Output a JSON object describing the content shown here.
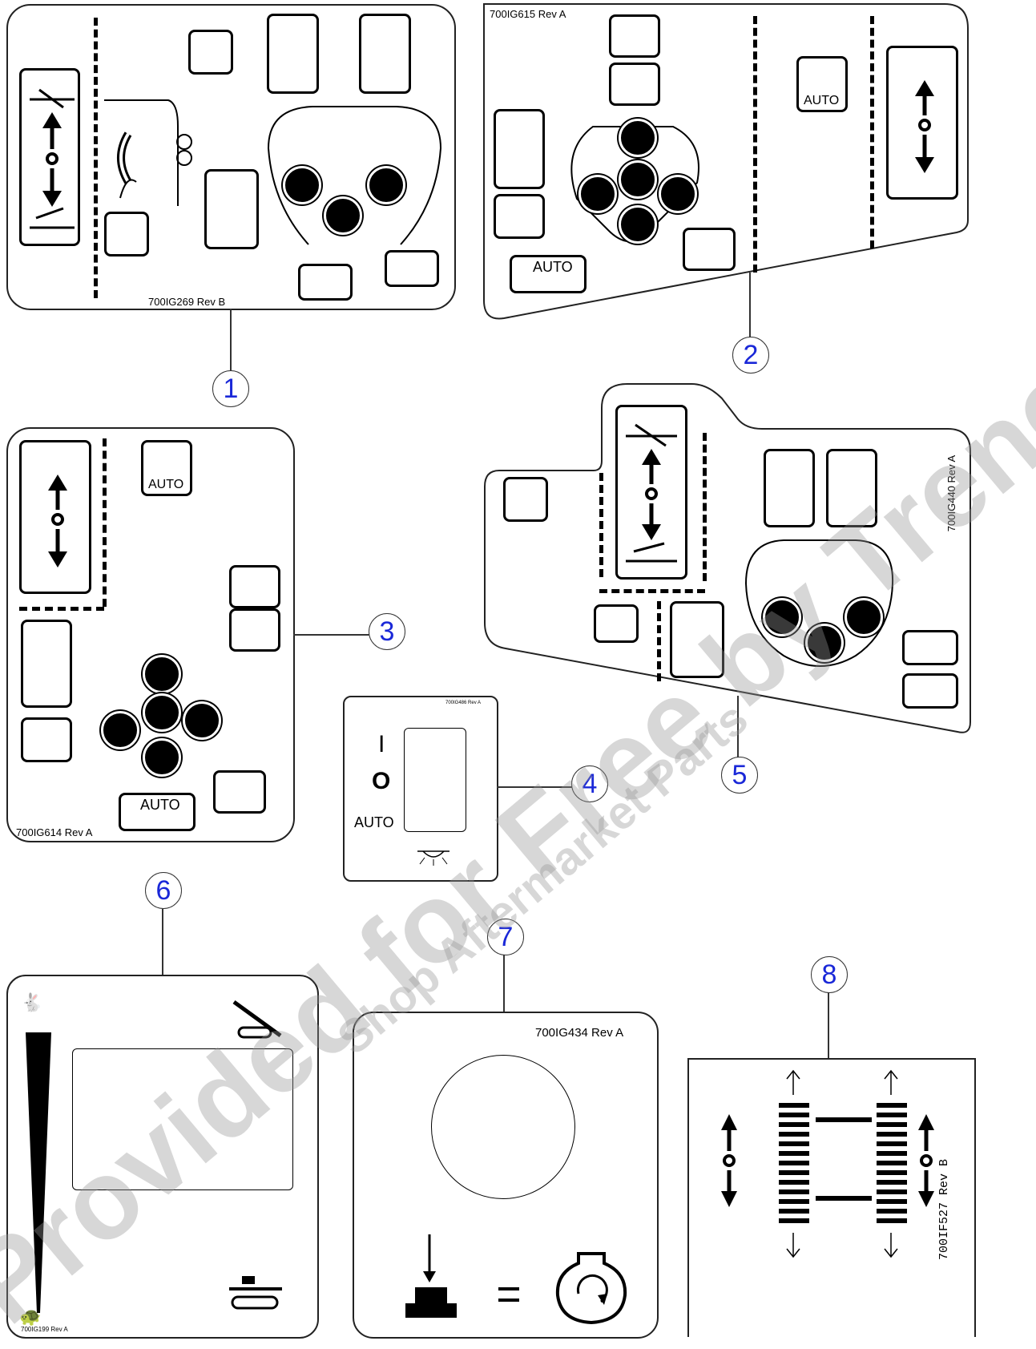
{
  "callouts": {
    "c1": "1",
    "c2": "2",
    "c3": "3",
    "c4": "4",
    "c5": "5",
    "c6": "6",
    "c7": "7",
    "c8": "8"
  },
  "decals": {
    "d1": {
      "code": "700IG269 Rev B"
    },
    "d2": {
      "code": "700IG615 Rev A",
      "auto_button": "AUTO",
      "auto_joystick": "AUTO"
    },
    "d3": {
      "code": "700IG614 Rev A",
      "auto_button": "AUTO",
      "auto_joystick": "AUTO"
    },
    "d4": {
      "code": "700IG486 Rev A",
      "on_symbol": "I",
      "off_symbol": "O",
      "auto_label": "AUTO"
    },
    "d5": {
      "code": "700IG440 Rev A"
    },
    "d6": {
      "code": "700IG199 Rev A"
    },
    "d7": {
      "code": "700IG434 Rev A"
    },
    "d8": {
      "code": "700IF527 Rev B"
    }
  },
  "watermarks": {
    "main": "Provided for Free by Trenchwell.com",
    "sub": "Shop Aftermarket Parts"
  },
  "icons": {
    "wheel_steer": "wheel-steer-icon",
    "track_width": "track-width-icon",
    "rotation": "rotation-icon",
    "rabbit": "rabbit-fast-icon",
    "turtle": "turtle-slow-icon",
    "water_spray": "water-spray-icon",
    "water_off": "water-off-icon",
    "blade_lower": "blade-lower-icon",
    "blade_raise": "blade-raise-icon",
    "engine_rotation": "engine-rotation-icon",
    "push_button": "push-button-icon"
  }
}
